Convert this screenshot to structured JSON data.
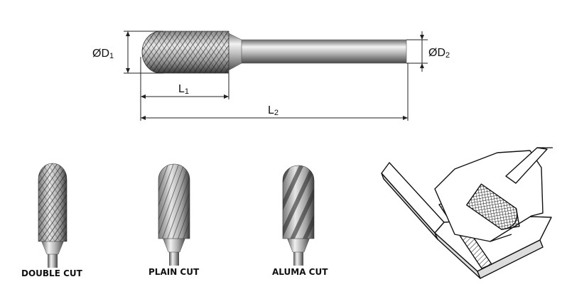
{
  "dimensions": {
    "d1": {
      "prefix": "ØD",
      "sub": "1"
    },
    "d2": {
      "prefix": "ØD",
      "sub": "2"
    },
    "l1": {
      "prefix": "L",
      "sub": "1"
    },
    "l2": {
      "prefix": "L",
      "sub": "2"
    }
  },
  "cut_types": [
    {
      "label": "DOUBLE CUT",
      "pattern": "double"
    },
    {
      "label": "PLAIN CUT",
      "pattern": "plain"
    },
    {
      "label": "ALUMA CUT",
      "pattern": "aluma"
    }
  ],
  "colors": {
    "line": "#222222",
    "steel_dark": "#3a3a3a",
    "steel_light": "#e6e6e6",
    "background": "#ffffff"
  }
}
